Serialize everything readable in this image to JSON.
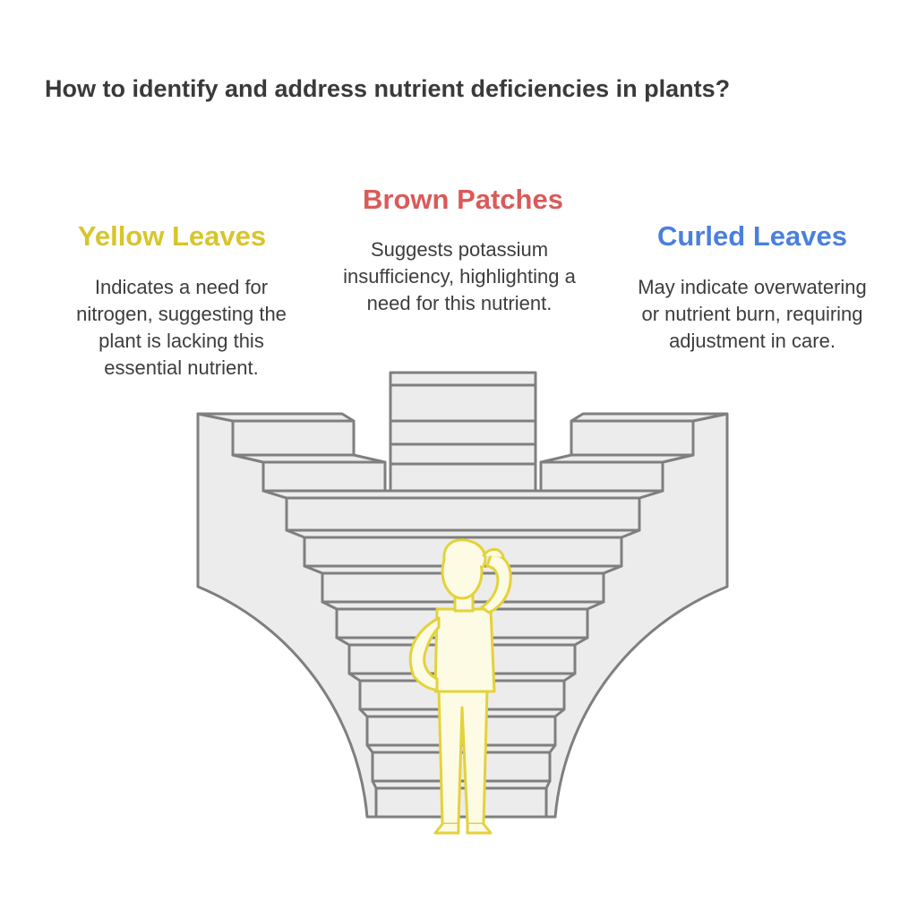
{
  "title": "How to identify and address nutrient deficiencies in plants?",
  "colors": {
    "yellow": "#d8c52a",
    "brown": "#d95a5a",
    "blue": "#4a80dc",
    "stair_fill": "#ececec",
    "stair_stroke": "#7f7f7f",
    "person_stroke": "#e4d23a",
    "person_fill": "#fdfbe4"
  },
  "items": [
    {
      "heading": "Yellow Leaves",
      "description": "Indicates a need for nitrogen, suggesting the plant is lacking this essential nutrient."
    },
    {
      "heading": "Brown Patches",
      "description": "Suggests potassium insufficiency, highlighting a need for this nutrient."
    },
    {
      "heading": "Curled Leaves",
      "description": "May indicate overwatering or nutrient burn, requiring adjustment in care."
    }
  ],
  "illustration": {
    "stairs": "staircase-diagram",
    "person": "thinking-person-icon"
  }
}
